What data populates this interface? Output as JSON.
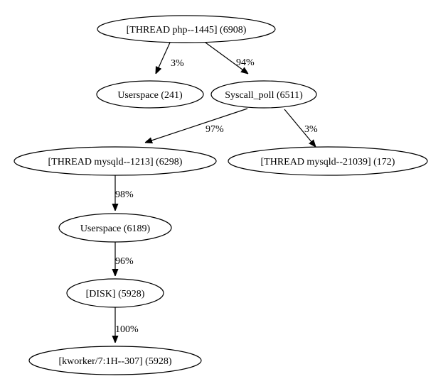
{
  "nodes": [
    {
      "id": "n1",
      "label": "[THREAD php--1445] (6908)"
    },
    {
      "id": "n2",
      "label": "Userspace (241)"
    },
    {
      "id": "n3",
      "label": "Syscall_poll (6511)"
    },
    {
      "id": "n4",
      "label": "[THREAD mysqld--1213] (6298)"
    },
    {
      "id": "n5",
      "label": "[THREAD mysqld--21039] (172)"
    },
    {
      "id": "n6",
      "label": "Userspace (6189)"
    },
    {
      "id": "n7",
      "label": "[DISK] (5928)"
    },
    {
      "id": "n8",
      "label": "[kworker/7:1H--307] (5928)"
    }
  ],
  "edges": [
    {
      "id": "e1",
      "from": "n1",
      "to": "n2",
      "label": "3%"
    },
    {
      "id": "e2",
      "from": "n1",
      "to": "n3",
      "label": "94%"
    },
    {
      "id": "e3",
      "from": "n3",
      "to": "n4",
      "label": "97%"
    },
    {
      "id": "e4",
      "from": "n3",
      "to": "n5",
      "label": "3%"
    },
    {
      "id": "e5",
      "from": "n4",
      "to": "n6",
      "label": "98%"
    },
    {
      "id": "e6",
      "from": "n6",
      "to": "n7",
      "label": "96%"
    },
    {
      "id": "e7",
      "from": "n7",
      "to": "n8",
      "label": "100%"
    }
  ]
}
